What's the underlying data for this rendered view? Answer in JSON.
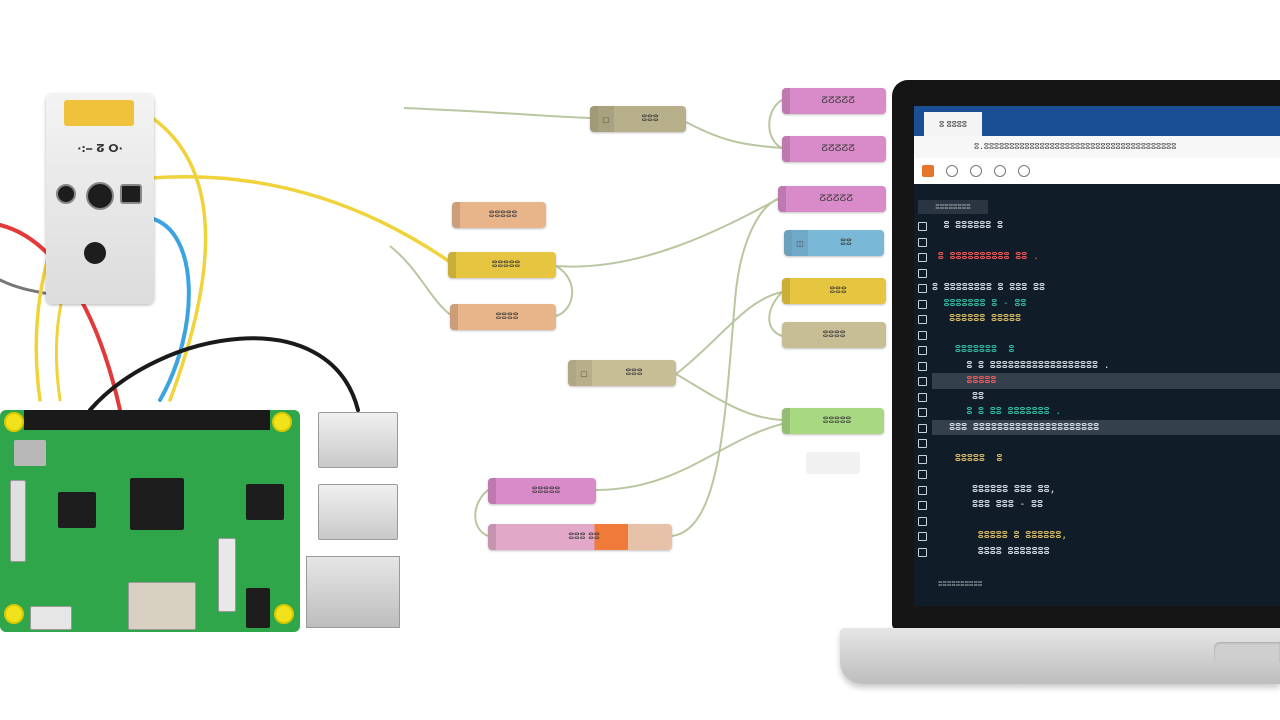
{
  "colors": {
    "wire_yellow": "#f0d23a",
    "wire_blue": "#3aa3e0",
    "wire_red": "#e23a3a",
    "wire_black": "#1a1a1a",
    "board_green": "#2fa64a",
    "flow_link": "#b9c7a0",
    "editor_bg": "#101c28",
    "titlebar_blue": "#1a4f96"
  },
  "sensor": {
    "label": "·:ⵧ ⵒ ⵔ·"
  },
  "flow": {
    "nodes": [
      {
        "name": "flow-node-top-input",
        "color": "#b7b08a",
        "label": "ⵓⵓⵓ"
      },
      {
        "name": "flow-node-pink-1",
        "color": "#d98ac9",
        "label": "ⵒⵒⵒⵒⵒ"
      },
      {
        "name": "flow-node-pink-2",
        "color": "#d98ac9",
        "label": "ⵒⵒⵒⵒⵒ"
      },
      {
        "name": "flow-node-pink-3",
        "color": "#d98ac9",
        "label": "ⵒⵒⵒⵒⵒ"
      },
      {
        "name": "flow-node-orange",
        "color": "#e8b48a",
        "label": "ⵓⵓⵓⵓⵓ"
      },
      {
        "name": "flow-node-yellow-center",
        "color": "#e6c640",
        "label": "ⵓⵓⵓⵓⵓ"
      },
      {
        "name": "flow-node-orange-2",
        "color": "#e8b48a",
        "label": "ⵓⵓⵓⵓ"
      },
      {
        "name": "flow-node-blue",
        "color": "#7ab8d8",
        "label": "ⵓⵓ"
      },
      {
        "name": "flow-node-yellow-right",
        "color": "#e6c640",
        "label": "ⵓⵓⵓ"
      },
      {
        "name": "flow-node-khaki-right",
        "color": "#c8be96",
        "label": "ⵓⵓⵓⵓ"
      },
      {
        "name": "flow-node-mid",
        "color": "#c8be96",
        "label": "ⵓⵓⵓ"
      },
      {
        "name": "flow-node-green",
        "color": "#a8d882",
        "label": "ⵓⵓⵓⵓⵓ"
      },
      {
        "name": "flow-node-pink-bottom",
        "color": "#d98ac9",
        "label": "ⵓⵓⵓⵓⵓ"
      },
      {
        "name": "flow-node-pink-orange",
        "color": "#e2a8c8",
        "label": "ⵓⵓⵓ ⵓⵓ"
      }
    ]
  },
  "laptop": {
    "tab_label": "ⵓ ⵓⵓⵓⵓ",
    "address": "ⵓ.ⵓⵓⵓⵓⵓⵓⵓⵓⵓⵓⵓⵓⵓⵓⵓⵓⵓⵓⵓⵓⵓⵓⵓⵓⵓⵓⵓⵓⵓⵓⵓⵓⵓⵓⵓⵓⵓⵓ",
    "editor_tab": "ⵓⵓⵓⵓⵓⵓⵓⵓ",
    "status": "ⵓⵓⵓⵓⵓⵓⵓⵓⵓⵓ",
    "code_lines": [
      {
        "text": "  ⵓ ⵓⵓⵓⵓⵓⵓ ⵓ",
        "cls": "c-wht"
      },
      {
        "text": "",
        "cls": ""
      },
      {
        "text": " ⵓ ⵓⵓⵓⵓⵓⵓⵓⵓⵓⵓ ⵓⵓ .",
        "cls": "c-red"
      },
      {
        "text": "",
        "cls": ""
      },
      {
        "text": "ⵓ ⵓⵓⵓⵓⵓⵓⵓⵓ ⵓ ⵓⵓⵓ ⵓⵓ",
        "cls": "c-wht"
      },
      {
        "text": "  ⵓⵓⵓⵓⵓⵓⵓ ⵓ - ⵓⵓ",
        "cls": "c-teal"
      },
      {
        "text": "   ⵓⵓⵓⵓⵓⵓ ⵓⵓⵓⵓⵓ",
        "cls": "c-yel"
      },
      {
        "text": "",
        "cls": ""
      },
      {
        "text": "    ⵓⵓⵓⵓⵓⵓⵓ  ⵓ",
        "cls": "c-teal"
      },
      {
        "text": "      ⵓ ⵓ ⵓⵓⵓⵓⵓⵓⵓⵓⵓⵓⵓⵓⵓⵓⵓⵓⵓⵓ .",
        "cls": "c-wht"
      },
      {
        "text": "      ⵓⵓⵓⵓⵓ",
        "cls": "c-red"
      },
      {
        "text": "       ⵓⵓ",
        "cls": "c-wht"
      },
      {
        "text": "      ⵓ ⵓ ⵓⵓ ⵓⵓⵓⵓⵓⵓⵓ .",
        "cls": "c-teal"
      },
      {
        "text": "   ⵓⵓⵓ ⵓⵓⵓⵓⵓⵓⵓⵓⵓⵓⵓⵓⵓⵓⵓⵓⵓⵓⵓⵓⵓ",
        "cls": "c-wht"
      },
      {
        "text": "",
        "cls": ""
      },
      {
        "text": "    ⵓⵓⵓⵓⵓ  ⵓ",
        "cls": "c-yel"
      },
      {
        "text": "",
        "cls": ""
      },
      {
        "text": "       ⵓⵓⵓⵓⵓⵓ ⵓⵓⵓ ⵓⵓ,",
        "cls": "c-wht"
      },
      {
        "text": "       ⵓⵓⵓ ⵓⵓⵓ - ⵓⵓ",
        "cls": "c-wht"
      },
      {
        "text": "",
        "cls": ""
      },
      {
        "text": "        ⵓⵓⵓⵓⵓ ⵓ ⵓⵓⵓⵓⵓⵓ,",
        "cls": "c-yel"
      },
      {
        "text": "        ⵓⵓⵓⵓ ⵓⵓⵓⵓⵓⵓⵓ",
        "cls": "c-wht"
      }
    ]
  }
}
